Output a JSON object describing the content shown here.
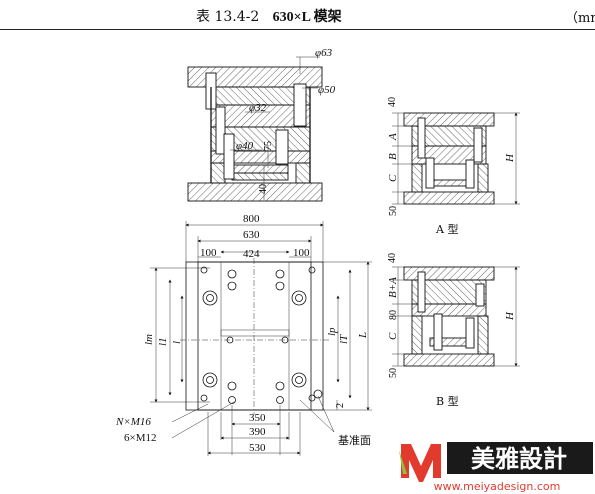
{
  "caption": {
    "table_no": "表 13.4-2",
    "title": "630×L 模架",
    "unit": "（mm"
  },
  "top_view": {
    "phi63": "φ63",
    "phi50": "φ50",
    "phi32": "φ32",
    "phi40": "φ40",
    "d75": "75",
    "d40": "40"
  },
  "plan_view": {
    "w800": "800",
    "w630": "630",
    "w424": "424",
    "w100a": "100",
    "w100b": "100",
    "lm": "lm",
    "l1": "l1",
    "l": "l",
    "lr": "lT",
    "lp": "lp",
    "L": "L",
    "d2": "2",
    "w350": "350",
    "w390": "390",
    "w530": "530",
    "n_m16": "N×M16",
    "six_m12": "6×M12",
    "datum": "基准面"
  },
  "type_a": {
    "label": "A 型",
    "d40": "40",
    "A": "A",
    "B": "B",
    "C": "C",
    "d50": "50",
    "H": "H"
  },
  "type_b": {
    "label": "B 型",
    "d40": "40",
    "B_A": "B+A",
    "d80": "80",
    "C": "C",
    "d50": "50",
    "H": "H"
  },
  "logo": {
    "brand": "美雅設計",
    "url": "www.meiyadesign.com"
  }
}
